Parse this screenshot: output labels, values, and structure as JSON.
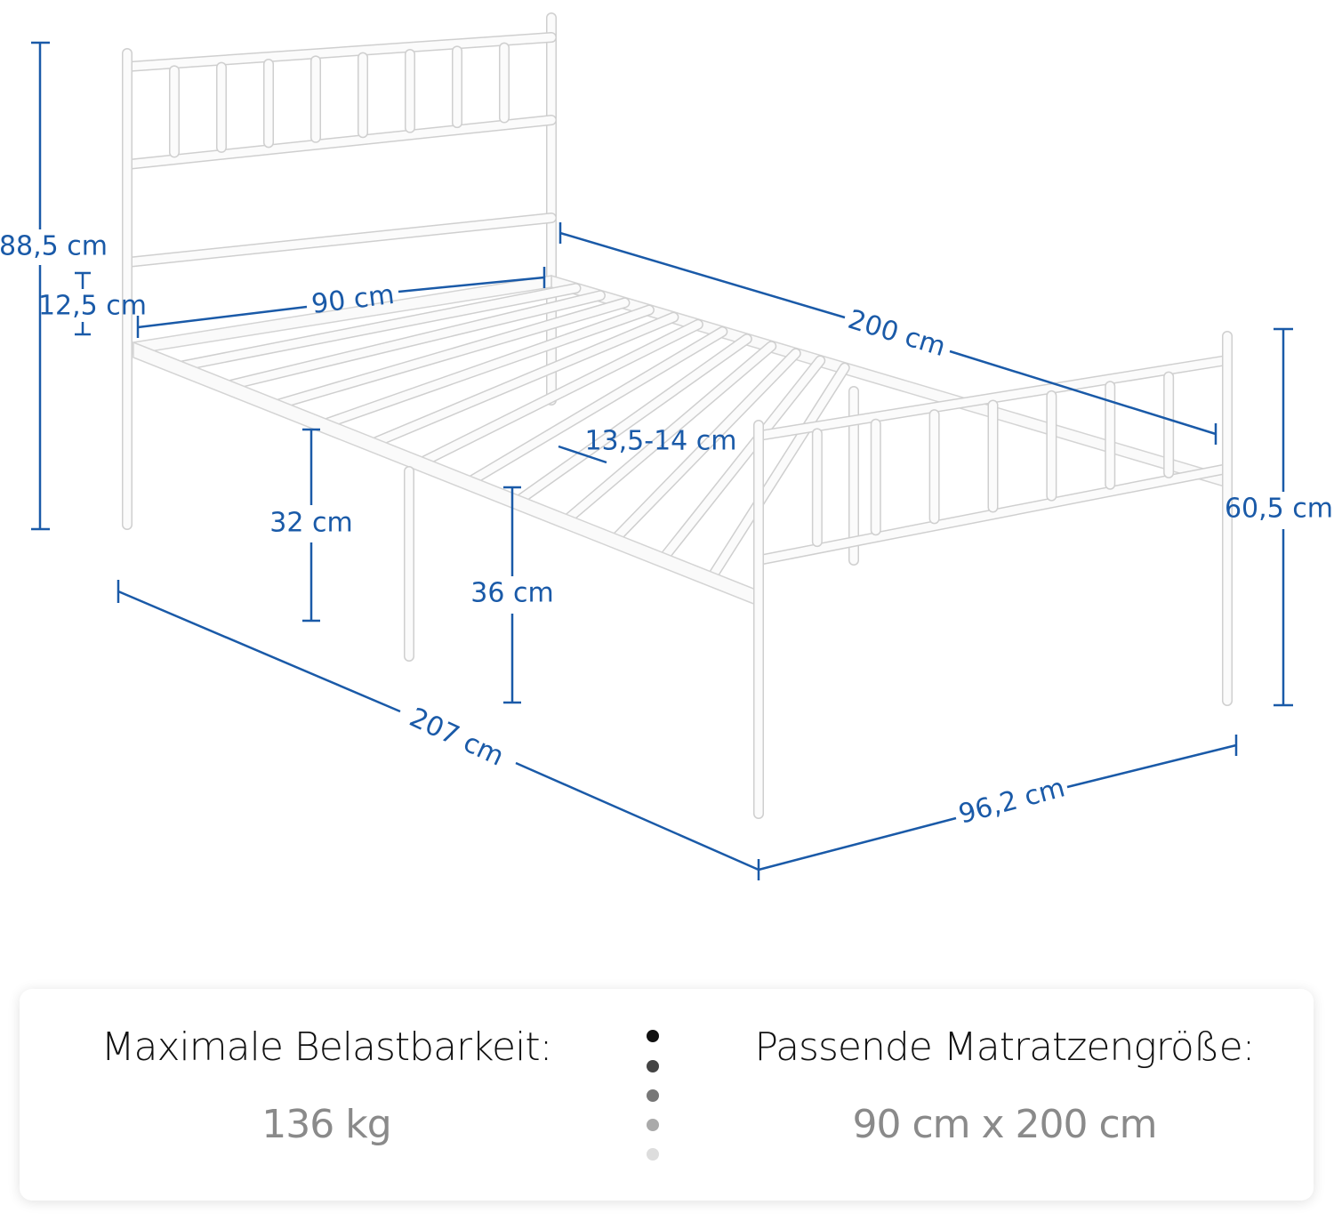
{
  "dimensions": {
    "total_height": "88,5 cm",
    "headboard_gap": "12,5 cm",
    "inner_width": "90 cm",
    "inner_length": "200 cm",
    "slat_spacing": "13,5-14 cm",
    "under_bed_clearance": "32 cm",
    "frame_height": "36 cm",
    "footboard_height": "60,5 cm",
    "total_length": "207 cm",
    "total_width": "96,2 cm"
  },
  "specs": {
    "max_load_label": "Maximale Belastbarkeit:",
    "max_load_value": "136 kg",
    "mattress_label": "Passende Matratzengröße:",
    "mattress_value": "90 cm x 200 cm"
  },
  "colors": {
    "accent": "#1a5aa8",
    "dots": [
      "#111111",
      "#444444",
      "#777777",
      "#aaaaaa",
      "#dddddd"
    ]
  }
}
